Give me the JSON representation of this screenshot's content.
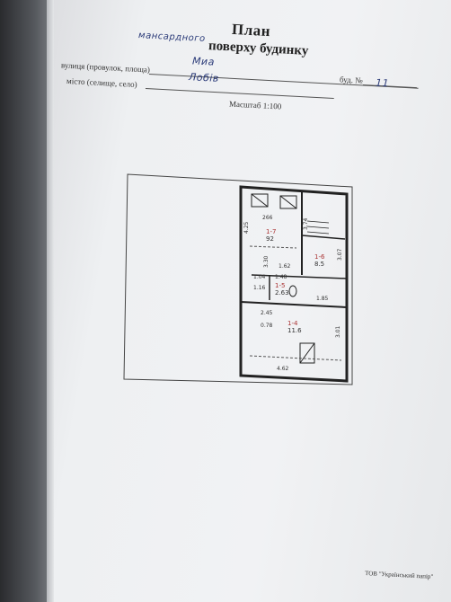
{
  "document": {
    "title": "План",
    "subtitle": "поверху будинку",
    "floor_handwritten": "мансардного",
    "street_label": "вулиця (провулок, площа)",
    "street_value": "Миа",
    "city_label": "місто (селище, село)",
    "city_value": "Лобів",
    "house_label": "буд. №",
    "house_value": "11",
    "scale": "Масштаб 1:100",
    "footer": "ТОВ \"Український папір\""
  },
  "plan": {
    "rooms": [
      {
        "label": "1-7",
        "area": "92",
        "dim_w": "266",
        "dim_h": "4.25"
      },
      {
        "label": "1-6",
        "area": "8.5",
        "dim_h": "3.07"
      },
      {
        "label": "1-5",
        "area": "2.63",
        "dim_w": "1.62"
      },
      {
        "label": "1-4",
        "area": "11.6",
        "dim_w": "2.45"
      }
    ],
    "dims": [
      "1.85",
      "1.04",
      "1.48",
      "1.16",
      "4.62",
      "3.01",
      "0.78",
      "3.30",
      "3.74"
    ]
  }
}
